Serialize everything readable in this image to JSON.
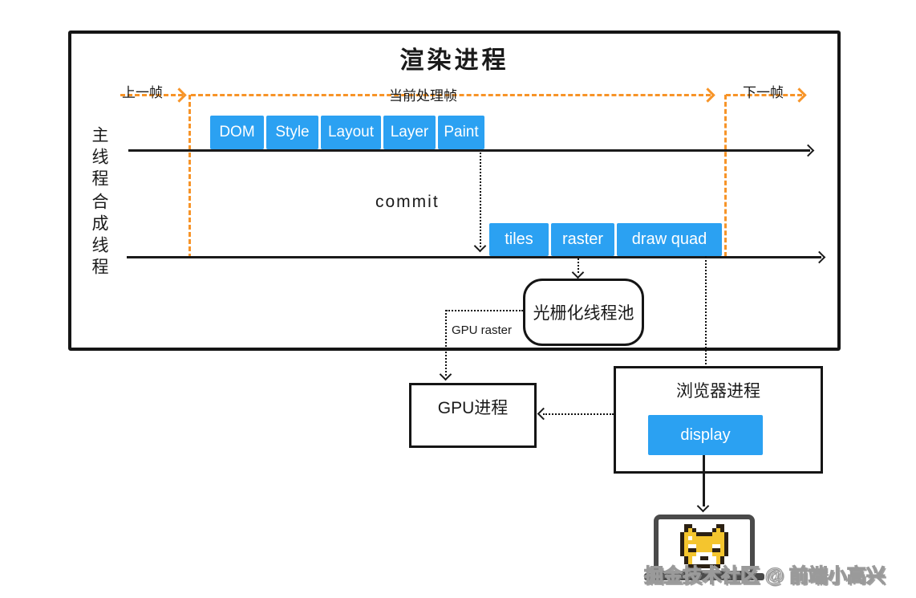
{
  "diagram": {
    "title": "渲染进程",
    "frames": {
      "prev": "上一帧",
      "current": "当前处理帧",
      "next": "下一帧"
    },
    "threads": {
      "main": "主线程",
      "compositor": "合成线程"
    },
    "main_thread_stages": [
      "DOM",
      "Style",
      "Layout",
      "Layer",
      "Paint"
    ],
    "compositor_stages": [
      "tiles",
      "raster",
      "draw quad"
    ],
    "commit_label": "commit",
    "raster_pool_label": "光栅化线程池",
    "gpu_raster_label": "GPU raster",
    "gpu_process": {
      "label": "GPU进程"
    },
    "browser_process": {
      "label": "浏览器进程",
      "display_label": "display"
    },
    "colors": {
      "stage_blue": "#2BA1F2",
      "frame_orange": "#F79428",
      "ink": "#1A1A1A",
      "laptop_gray": "#4a4a4a"
    }
  },
  "watermark": "掘金技术社区 @ 前端小高兴"
}
